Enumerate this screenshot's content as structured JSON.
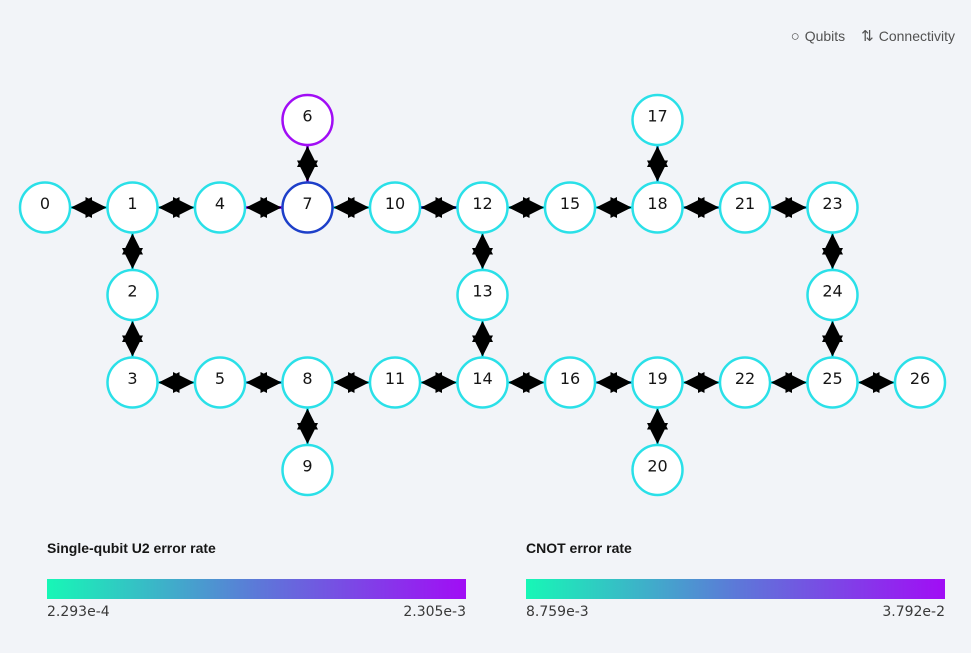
{
  "toolbar": {
    "qubits_label": "Qubits",
    "qubits_icon": "circle-icon",
    "connectivity_label": "Connectivity",
    "connectivity_icon": "up-down-arrows-icon"
  },
  "colors": {
    "teal": "#17f7b6",
    "cyan": "#2ae0e8",
    "blue": "#1d3fc9",
    "steel": "#2aa6da",
    "purple": "#a10df5"
  },
  "qubits": [
    {
      "id": "0",
      "col": 0,
      "row": 1,
      "color": "#2ae0e8"
    },
    {
      "id": "1",
      "col": 1,
      "row": 1,
      "color": "#2ae0e8"
    },
    {
      "id": "2",
      "col": 1,
      "row": 2,
      "color": "#2ae0e8"
    },
    {
      "id": "3",
      "col": 1,
      "row": 3,
      "color": "#2ae0e8"
    },
    {
      "id": "4",
      "col": 2,
      "row": 1,
      "color": "#2ae0e8"
    },
    {
      "id": "5",
      "col": 2,
      "row": 3,
      "color": "#2ae0e8"
    },
    {
      "id": "6",
      "col": 3,
      "row": 0,
      "color": "#a10df5"
    },
    {
      "id": "7",
      "col": 3,
      "row": 1,
      "color": "#1d3fc9"
    },
    {
      "id": "8",
      "col": 3,
      "row": 3,
      "color": "#2ae0e8"
    },
    {
      "id": "9",
      "col": 3,
      "row": 4,
      "color": "#2ae0e8"
    },
    {
      "id": "10",
      "col": 4,
      "row": 1,
      "color": "#2ae0e8"
    },
    {
      "id": "11",
      "col": 4,
      "row": 3,
      "color": "#2ae0e8"
    },
    {
      "id": "12",
      "col": 5,
      "row": 1,
      "color": "#2ae0e8"
    },
    {
      "id": "13",
      "col": 5,
      "row": 2,
      "color": "#2ae0e8"
    },
    {
      "id": "14",
      "col": 5,
      "row": 3,
      "color": "#2ae0e8"
    },
    {
      "id": "15",
      "col": 6,
      "row": 1,
      "color": "#2ae0e8"
    },
    {
      "id": "16",
      "col": 6,
      "row": 3,
      "color": "#2ae0e8"
    },
    {
      "id": "17",
      "col": 7,
      "row": 0,
      "color": "#2ae0e8"
    },
    {
      "id": "18",
      "col": 7,
      "row": 1,
      "color": "#2ae0e8"
    },
    {
      "id": "19",
      "col": 7,
      "row": 3,
      "color": "#2ae0e8"
    },
    {
      "id": "20",
      "col": 7,
      "row": 4,
      "color": "#2ae0e8"
    },
    {
      "id": "21",
      "col": 8,
      "row": 1,
      "color": "#2ae0e8"
    },
    {
      "id": "22",
      "col": 8,
      "row": 3,
      "color": "#2ae0e8"
    },
    {
      "id": "23",
      "col": 9,
      "row": 1,
      "color": "#2ae0e8"
    },
    {
      "id": "24",
      "col": 9,
      "row": 2,
      "color": "#2ae0e8"
    },
    {
      "id": "25",
      "col": 9,
      "row": 3,
      "color": "#2ae0e8"
    },
    {
      "id": "26",
      "col": 10,
      "row": 3,
      "color": "#2ae0e8"
    }
  ],
  "links": [
    {
      "from": "0",
      "to": "1",
      "color": "#2ae0e8"
    },
    {
      "from": "1",
      "to": "4",
      "color": "#2ae0e8"
    },
    {
      "from": "4",
      "to": "7",
      "color": "#a10df5"
    },
    {
      "from": "6",
      "to": "7",
      "color": "#8a1ed9"
    },
    {
      "from": "7",
      "to": "10",
      "color": "#2ae0e8"
    },
    {
      "from": "10",
      "to": "12",
      "color": "#1d3fc9"
    },
    {
      "from": "12",
      "to": "15",
      "color": "#2ae0e8"
    },
    {
      "from": "15",
      "to": "18",
      "color": "#2ae0e8"
    },
    {
      "from": "17",
      "to": "18",
      "color": "#2aa6da"
    },
    {
      "from": "18",
      "to": "21",
      "color": "#2aa6da"
    },
    {
      "from": "21",
      "to": "23",
      "color": "#2aa6da"
    },
    {
      "from": "1",
      "to": "2",
      "color": "#2ae0e8"
    },
    {
      "from": "2",
      "to": "3",
      "color": "#2ae0e8"
    },
    {
      "from": "12",
      "to": "13",
      "color": "#2ae0e8"
    },
    {
      "from": "13",
      "to": "14",
      "color": "#2ae0e8"
    },
    {
      "from": "23",
      "to": "24",
      "color": "#2ae0e8"
    },
    {
      "from": "24",
      "to": "25",
      "color": "#2ae0e8"
    },
    {
      "from": "3",
      "to": "5",
      "color": "#2ae0e8"
    },
    {
      "from": "5",
      "to": "8",
      "color": "#2aa6da"
    },
    {
      "from": "8",
      "to": "11",
      "color": "#2ae0e8"
    },
    {
      "from": "11",
      "to": "14",
      "color": "#2ae0e8"
    },
    {
      "from": "14",
      "to": "16",
      "color": "#2ae0e8"
    },
    {
      "from": "16",
      "to": "19",
      "color": "#2aa6da"
    },
    {
      "from": "19",
      "to": "22",
      "color": "#2ae0e8"
    },
    {
      "from": "22",
      "to": "25",
      "color": "#2ae0e8"
    },
    {
      "from": "25",
      "to": "26",
      "color": "#2ae0e8"
    },
    {
      "from": "8",
      "to": "9",
      "color": "#2ae0e8"
    },
    {
      "from": "19",
      "to": "20",
      "color": "#2ae0e8"
    }
  ],
  "legend_u2": {
    "title": "Single-qubit U2 error rate",
    "min": "2.293e-4",
    "max": "2.305e-3"
  },
  "legend_cnot": {
    "title": "CNOT error rate",
    "min": "8.759e-3",
    "max": "3.792e-2"
  }
}
